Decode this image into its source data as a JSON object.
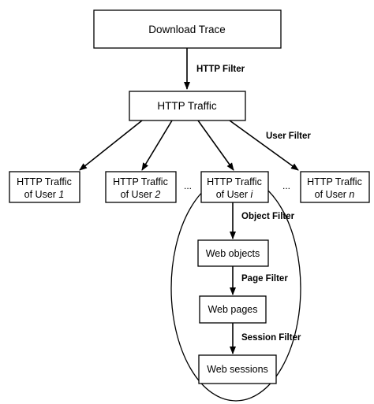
{
  "nodes": {
    "download_trace": "Download Trace",
    "http_traffic": "HTTP Traffic",
    "user_1": {
      "line1": "HTTP Traffic",
      "line2_prefix": "of User ",
      "line2_var": "1"
    },
    "user_2": {
      "line1": "HTTP Traffic",
      "line2_prefix": "of User ",
      "line2_var": "2"
    },
    "user_i": {
      "line1": "HTTP Traffic",
      "line2_prefix": "of User ",
      "line2_var": "i"
    },
    "user_n": {
      "line1": "HTTP Traffic",
      "line2_prefix": "of User ",
      "line2_var": "n"
    },
    "web_objects": "Web objects",
    "web_pages": "Web pages",
    "web_sessions": "Web sessions"
  },
  "edge_labels": {
    "http_filter": "HTTP Filter",
    "user_filter": "User Filter",
    "object_filter": "Object Filter",
    "page_filter": "Page Filter",
    "session_filter": "Session Filter"
  },
  "ellipses": {
    "left": "...",
    "right": "..."
  }
}
